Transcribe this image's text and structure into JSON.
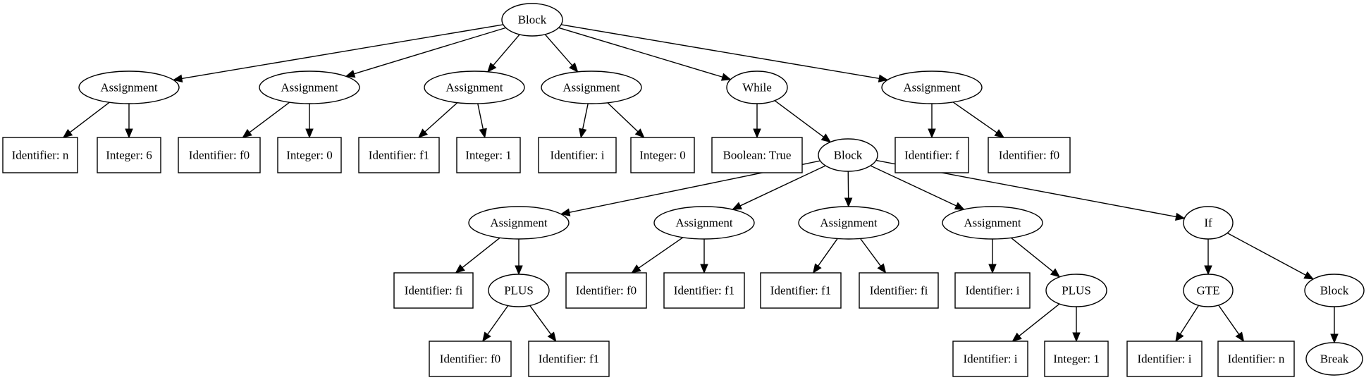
{
  "diagram": {
    "nodes": [
      {
        "id": "block_root",
        "label": "Block",
        "shape": "ellipse"
      },
      {
        "id": "assign_n",
        "label": "Assignment",
        "shape": "ellipse"
      },
      {
        "id": "assign_f0",
        "label": "Assignment",
        "shape": "ellipse"
      },
      {
        "id": "assign_f1",
        "label": "Assignment",
        "shape": "ellipse"
      },
      {
        "id": "assign_i",
        "label": "Assignment",
        "shape": "ellipse"
      },
      {
        "id": "while",
        "label": "While",
        "shape": "ellipse"
      },
      {
        "id": "assign_f",
        "label": "Assignment",
        "shape": "ellipse"
      },
      {
        "id": "id_n",
        "label": "Identifier: n",
        "shape": "box"
      },
      {
        "id": "int_6",
        "label": "Integer: 6",
        "shape": "box"
      },
      {
        "id": "id_f0_a",
        "label": "Identifier: f0",
        "shape": "box"
      },
      {
        "id": "int_0_a",
        "label": "Integer: 0",
        "shape": "box"
      },
      {
        "id": "id_f1_a",
        "label": "Identifier: f1",
        "shape": "box"
      },
      {
        "id": "int_1_a",
        "label": "Integer: 1",
        "shape": "box"
      },
      {
        "id": "id_i_a",
        "label": "Identifier: i",
        "shape": "box"
      },
      {
        "id": "int_0_b",
        "label": "Integer: 0",
        "shape": "box"
      },
      {
        "id": "bool_true",
        "label": "Boolean: True",
        "shape": "box"
      },
      {
        "id": "block_while",
        "label": "Block",
        "shape": "ellipse"
      },
      {
        "id": "id_f",
        "label": "Identifier: f",
        "shape": "box"
      },
      {
        "id": "id_f0_b",
        "label": "Identifier: f0",
        "shape": "box"
      },
      {
        "id": "assign_fi",
        "label": "Assignment",
        "shape": "ellipse"
      },
      {
        "id": "assign_f0_2",
        "label": "Assignment",
        "shape": "ellipse"
      },
      {
        "id": "assign_f1_2",
        "label": "Assignment",
        "shape": "ellipse"
      },
      {
        "id": "assign_i_2",
        "label": "Assignment",
        "shape": "ellipse"
      },
      {
        "id": "if",
        "label": "If",
        "shape": "ellipse"
      },
      {
        "id": "id_fi_a",
        "label": "Identifier: fi",
        "shape": "box"
      },
      {
        "id": "plus_1",
        "label": "PLUS",
        "shape": "ellipse"
      },
      {
        "id": "id_f0_c",
        "label": "Identifier: f0",
        "shape": "box"
      },
      {
        "id": "id_f1_b",
        "label": "Identifier: f1",
        "shape": "box"
      },
      {
        "id": "id_f1_c",
        "label": "Identifier: f1",
        "shape": "box"
      },
      {
        "id": "id_fi_b",
        "label": "Identifier: fi",
        "shape": "box"
      },
      {
        "id": "id_i_b",
        "label": "Identifier: i",
        "shape": "box"
      },
      {
        "id": "plus_2",
        "label": "PLUS",
        "shape": "ellipse"
      },
      {
        "id": "gte",
        "label": "GTE",
        "shape": "ellipse"
      },
      {
        "id": "block_if",
        "label": "Block",
        "shape": "ellipse"
      },
      {
        "id": "id_f0_d",
        "label": "Identifier: f0",
        "shape": "box"
      },
      {
        "id": "id_f1_d",
        "label": "Identifier: f1",
        "shape": "box"
      },
      {
        "id": "id_i_c",
        "label": "Identifier: i",
        "shape": "box"
      },
      {
        "id": "int_1_b",
        "label": "Integer: 1",
        "shape": "box"
      },
      {
        "id": "id_i_d",
        "label": "Identifier: i",
        "shape": "box"
      },
      {
        "id": "id_n_b",
        "label": "Identifier: n",
        "shape": "box"
      },
      {
        "id": "break",
        "label": "Break",
        "shape": "ellipse"
      }
    ],
    "edges": [
      {
        "from": "block_root",
        "to": "assign_n"
      },
      {
        "from": "block_root",
        "to": "assign_f0"
      },
      {
        "from": "block_root",
        "to": "assign_f1"
      },
      {
        "from": "block_root",
        "to": "assign_i"
      },
      {
        "from": "block_root",
        "to": "while"
      },
      {
        "from": "block_root",
        "to": "assign_f"
      },
      {
        "from": "assign_n",
        "to": "id_n"
      },
      {
        "from": "assign_n",
        "to": "int_6"
      },
      {
        "from": "assign_f0",
        "to": "id_f0_a"
      },
      {
        "from": "assign_f0",
        "to": "int_0_a"
      },
      {
        "from": "assign_f1",
        "to": "id_f1_a"
      },
      {
        "from": "assign_f1",
        "to": "int_1_a"
      },
      {
        "from": "assign_i",
        "to": "id_i_a"
      },
      {
        "from": "assign_i",
        "to": "int_0_b"
      },
      {
        "from": "while",
        "to": "bool_true"
      },
      {
        "from": "while",
        "to": "block_while"
      },
      {
        "from": "assign_f",
        "to": "id_f"
      },
      {
        "from": "assign_f",
        "to": "id_f0_b"
      },
      {
        "from": "block_while",
        "to": "assign_fi"
      },
      {
        "from": "block_while",
        "to": "assign_f0_2"
      },
      {
        "from": "block_while",
        "to": "assign_f1_2"
      },
      {
        "from": "block_while",
        "to": "assign_i_2"
      },
      {
        "from": "block_while",
        "to": "if"
      },
      {
        "from": "assign_fi",
        "to": "id_fi_a"
      },
      {
        "from": "assign_fi",
        "to": "plus_1"
      },
      {
        "from": "plus_1",
        "to": "id_f0_d"
      },
      {
        "from": "plus_1",
        "to": "id_f1_d"
      },
      {
        "from": "assign_f0_2",
        "to": "id_f0_c"
      },
      {
        "from": "assign_f0_2",
        "to": "id_f1_b"
      },
      {
        "from": "assign_f1_2",
        "to": "id_f1_c"
      },
      {
        "from": "assign_f1_2",
        "to": "id_fi_b"
      },
      {
        "from": "assign_i_2",
        "to": "id_i_b"
      },
      {
        "from": "assign_i_2",
        "to": "plus_2"
      },
      {
        "from": "plus_2",
        "to": "id_i_c"
      },
      {
        "from": "plus_2",
        "to": "int_1_b"
      },
      {
        "from": "if",
        "to": "gte"
      },
      {
        "from": "if",
        "to": "block_if"
      },
      {
        "from": "gte",
        "to": "id_i_d"
      },
      {
        "from": "gte",
        "to": "id_n_b"
      },
      {
        "from": "block_if",
        "to": "break"
      }
    ]
  }
}
